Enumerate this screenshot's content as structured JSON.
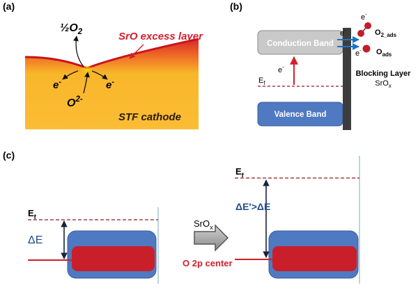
{
  "panels": {
    "a": {
      "label": "(a)",
      "oxygen_coef": "½O",
      "oxygen_sub": "2",
      "excess_layer": "SrO excess layer",
      "electron": "e",
      "electron_sup": "-",
      "oxide_ion": "O",
      "oxide_sup": "2-",
      "cathode": "STF cathode"
    },
    "b": {
      "label": "(b)",
      "conduction_band": "Conduction Band",
      "valence_band": "Valence Band",
      "fermi": "E",
      "fermi_sub": "f",
      "electron": "e",
      "electron_sup": "-",
      "o2_ads": "O",
      "o2_ads_sub": "2_ads",
      "o_ads": "O",
      "o_ads_sub": "ads",
      "blocking_layer": "Blocking Layer",
      "srox": "SrO",
      "srox_sub": "x"
    },
    "c": {
      "label": "(c)",
      "fermi": "E",
      "fermi_sub": "f",
      "delta_e": "ΔE",
      "arrow_label": "SrO",
      "arrow_label_sub": "x",
      "delta_e_compare": "ΔE'>ΔE",
      "o2p_center": "O 2p center"
    }
  },
  "colors": {
    "band_blue": "#4f79c0",
    "red_band": "#c91f2b",
    "fermi_dash": "#8e1b22",
    "arrow_red": "#d4202e",
    "text_red": "#d4202e",
    "text_blue": "#1f4e8c",
    "cathode_orange": "#f8b62a",
    "layer_red": "#d8262a",
    "conduction_gray": "#c9c9c9"
  }
}
